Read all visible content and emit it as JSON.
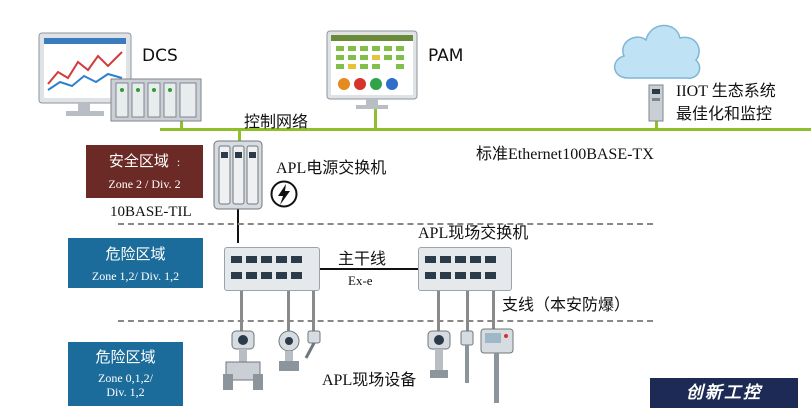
{
  "labels": {
    "dcs": "DCS",
    "pam": "PAM",
    "iiot_line1": "IIOT 生态系统",
    "iiot_line2": "最佳化和监控",
    "control_network": "控制网络",
    "ethernet_std": "标准Ethernet100BASE-TX",
    "apl_power_switch": "APL电源交换机",
    "base_til": "10BASE-TIL",
    "apl_field_switch": "APL现场交换机",
    "trunk": "主干线",
    "ex_e": "Ex-e",
    "spur": "支线（本安防爆）",
    "apl_field_devices": "APL现场设备"
  },
  "zones": {
    "safe": {
      "title": "安全区域",
      "colon": ":",
      "sub": "Zone 2 /  Div. 2",
      "color": "#6b2a26"
    },
    "hazard1": {
      "title": "危险区域",
      "sub": "Zone 1,2/  Div. 1,2",
      "color": "#1b6c9a"
    },
    "hazard2": {
      "title": "危险区域",
      "sub_line1": "Zone 0,1,2/",
      "sub_line2": "Div. 1,2",
      "color": "#1b6c9a"
    }
  },
  "watermark": "创新工控",
  "colors": {
    "network": "#8fbf2a",
    "trunk": "#111111",
    "spur": "#8a8a8a",
    "dashed": "#888888"
  },
  "icons": [
    "dcs-monitor-icon",
    "pam-monitor-icon",
    "cloud-icon",
    "io-rack-icon",
    "power-switch-icon",
    "lightning-icon",
    "field-switch-icon",
    "flowmeter-icon",
    "pressure-transmitter-icon",
    "level-sensor-icon",
    "temperature-sensor-icon"
  ]
}
